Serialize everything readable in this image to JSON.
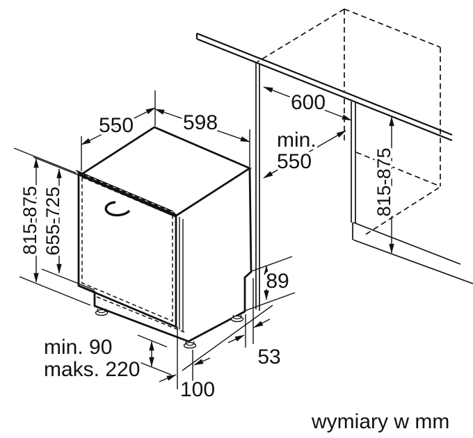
{
  "diagram": {
    "footer_note": "wymiary w mm",
    "dimensions": {
      "top_depth": "550",
      "top_width": "598",
      "niche_width": "600",
      "niche_depth_prefix": "min.",
      "niche_depth_value": "550",
      "left_height_range": "815-875",
      "furniture_door_height_range": "655-725",
      "right_height_range": "815-875",
      "base_step_height": "89",
      "base_step_depth": "53",
      "base_front_offset": "100",
      "plinth_height_min": "min. 90",
      "plinth_height_max": "maks. 220"
    },
    "colors": {
      "line": "#111111",
      "background": "#ffffff"
    }
  }
}
